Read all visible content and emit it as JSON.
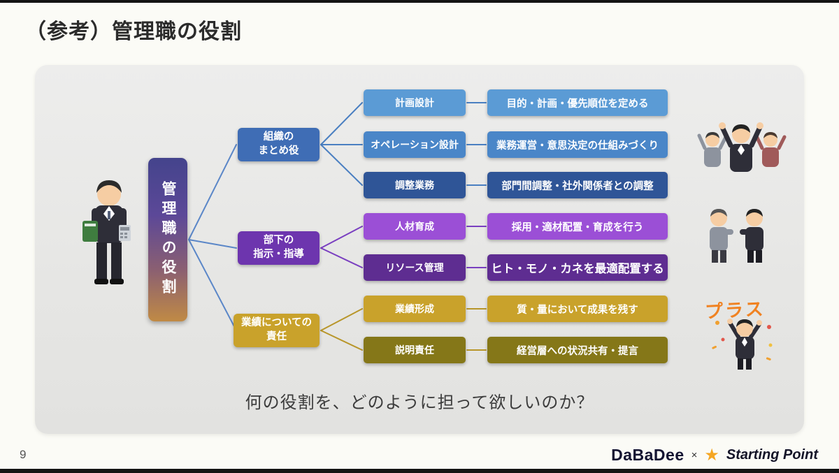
{
  "slide": {
    "title": "（参考）管理職の役割",
    "question": "何の役割を、どのように担って欲しいのか？",
    "page_number": "9"
  },
  "root": {
    "label": "管理職の役割"
  },
  "groups": [
    {
      "label": "組織の\nまとめ役",
      "color": "#3f6db5"
    },
    {
      "label": "部下の\n指示・指導",
      "color": "#6d35ae"
    },
    {
      "label": "業績についての\n責任",
      "color": "#c9a22b"
    }
  ],
  "rows": [
    {
      "label": "計画設計",
      "desc": "目的・計画・優先順位を定める",
      "color": "#5b9bd5",
      "group": 0
    },
    {
      "label": "オペレーション設計",
      "desc": "業務運営・意思決定の仕組みづくり",
      "color": "#4a86c8",
      "group": 0
    },
    {
      "label": "調整業務",
      "desc": "部門間調整・社外関係者との調整",
      "color": "#2f5597",
      "group": 0
    },
    {
      "label": "人材育成",
      "desc": "採用・適材配置・育成を行う",
      "color": "#9b4fd6",
      "group": 1
    },
    {
      "label": "リソース管理",
      "desc": "ヒト・モノ・カネを最適配置する",
      "color": "#5e2d91",
      "group": 1
    },
    {
      "label": "業績形成",
      "desc": "質・量において成果を残す",
      "color": "#c9a22b",
      "group": 2
    },
    {
      "label": "説明責任",
      "desc": "経営層への状況共有・提言",
      "color": "#857718",
      "group": 2
    }
  ],
  "annotations": {
    "plus_text": "プラス"
  },
  "footer": {
    "brand_left": "DaBaDee",
    "separator": "×",
    "star_icon": "★",
    "brand_right": "Starting Point"
  },
  "palette": {
    "root_gradient_top": "#44448c",
    "root_gradient_bottom": "#c08a45",
    "panel_background": "#e9e9e7",
    "star": "#f5a623",
    "plus_text": "#f08222"
  }
}
